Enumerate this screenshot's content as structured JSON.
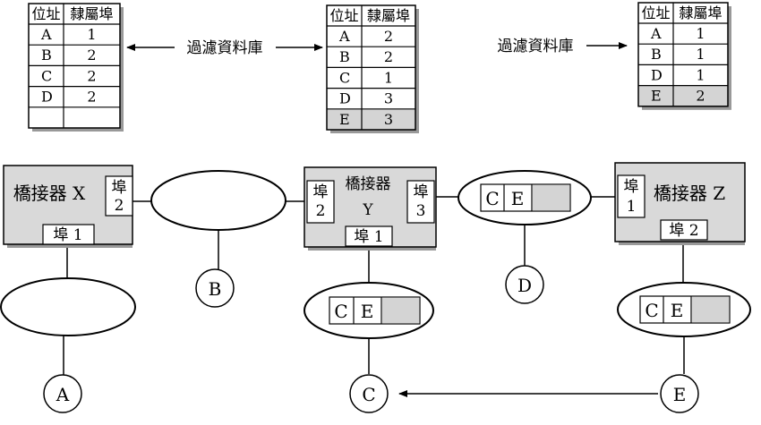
{
  "tables": [
    {
      "id": "table-x",
      "header": [
        "位址",
        "隸屬埠"
      ],
      "rows": [
        [
          "A",
          "1"
        ],
        [
          "B",
          "2"
        ],
        [
          "C",
          "2"
        ],
        [
          "D",
          "2"
        ],
        [
          "",
          ""
        ]
      ],
      "highlight_row": -1
    },
    {
      "id": "table-y",
      "header": [
        "位址",
        "隸屬埠"
      ],
      "rows": [
        [
          "A",
          "2"
        ],
        [
          "B",
          "2"
        ],
        [
          "C",
          "1"
        ],
        [
          "D",
          "3"
        ],
        [
          "E",
          "3"
        ]
      ],
      "highlight_row": 4
    },
    {
      "id": "table-z",
      "header": [
        "位址",
        "隸屬埠"
      ],
      "rows": [
        [
          "A",
          "1"
        ],
        [
          "B",
          "1"
        ],
        [
          "D",
          "1"
        ],
        [
          "E",
          "2"
        ]
      ],
      "highlight_row": 3
    }
  ],
  "filter_labels": [
    "過濾資料庫",
    "過濾資料庫"
  ],
  "bridges": {
    "x": {
      "title": "橋接器 X",
      "port1": "埠 1",
      "port2_char": "埠",
      "port2_num": "2"
    },
    "y": {
      "title_line1": "橋接器",
      "title_line2": "Y",
      "port1": "埠 1",
      "port2_char": "埠",
      "port2_num": "2",
      "port3_char": "埠",
      "port3_num": "3"
    },
    "z": {
      "title": "橋接器 Z",
      "port1_char": "埠",
      "port1_num": "1",
      "port2": "埠 2"
    }
  },
  "frames": {
    "y_to_z": [
      "C",
      "E"
    ],
    "y_port1": [
      "C",
      "E"
    ],
    "z_port2": [
      "C",
      "E"
    ]
  },
  "hosts": [
    "A",
    "B",
    "C",
    "D",
    "E"
  ],
  "colors": {
    "bridge_fill": "#d9d9d9",
    "highlight_fill": "#d4d4d4",
    "shadow": "#999999",
    "stroke": "#000000"
  }
}
